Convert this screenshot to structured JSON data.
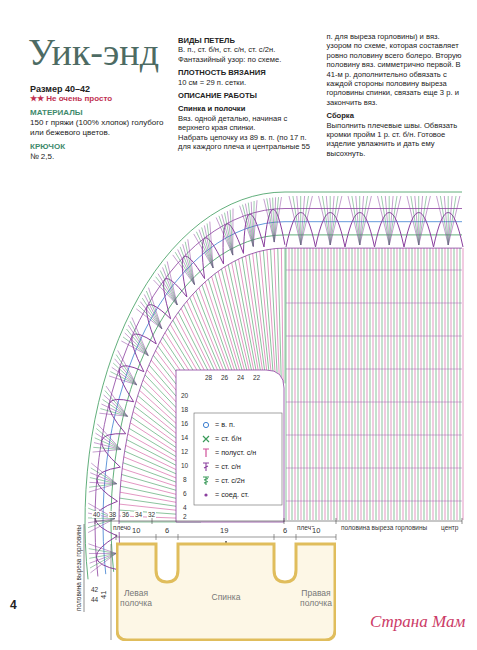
{
  "diagram": {
    "title": "Уик-энд",
    "nodes": [
      {
        "text": [
          "Левая полочка",
          "Спинка",
          "Правая полочка"
        ]
      }
    ],
    "labels": [
      "Размер 40–42",
      "★★ Не очень просто",
      "МАТЕРИАЛЫ",
      "150 г пряжи (100% хлопок) голубого или бежевого цветов.",
      "КРЮЧОК",
      "№ 2,5.",
      "ВИДЫ ПЕТЕЛЬ",
      "В. п., ст. б/н, ст. с/н, ст. с/2н.",
      "Фантазийный узор: по схеме.",
      "ПЛОТНОСТЬ ВЯЗАНИЯ",
      "10 см = 29 п. сетки.",
      "ОПИСАНИЕ РАБОТЫ",
      "Спинка и полочки",
      "Вяз. одной деталью, начиная с верхнего края спинки.",
      "Набрать цепочку из 89 в. п. (по 17 п. для каждого плеча и центральные 55 п. для выреза горловины) и вяз. узором по схеме, которая составляет ровно половину всего болеро. Вторую половину вяз. симметрично первой. В 41-м р. дополнительно обвязать с каждой стороны половину выреза горловины спинки, связать еще 3 р. и закончить вяз.",
      "Сборка",
      "Выполнить плечевые швы. Обвязать кромки пройм 1 р. ст. б/н. Готовое изделие увлажнить и дать ему высохнуть.",
      "28",
      "26",
      "24",
      "22",
      "20",
      "18",
      "16",
      "14",
      "12",
      "10",
      "8",
      "6",
      "4",
      "2",
      "38",
      "36",
      "34",
      "32",
      "40",
      "42",
      "44",
      "плечо",
      "половина выреза горловины",
      "плечо",
      "половина выреза горловины",
      "центр",
      "10",
      "6",
      "19",
      "6",
      "10",
      "41",
      "4",
      "Страна Мам"
    ],
    "legend": [
      {
        "text": "= в. п."
      },
      {
        "text": "= ст. б/н"
      },
      {
        "text": "= полуст. с/н"
      },
      {
        "text": "= ст. с/н"
      },
      {
        "text": "= ст. с/2н"
      },
      {
        "text": "= соед. ст."
      }
    ]
  }
}
